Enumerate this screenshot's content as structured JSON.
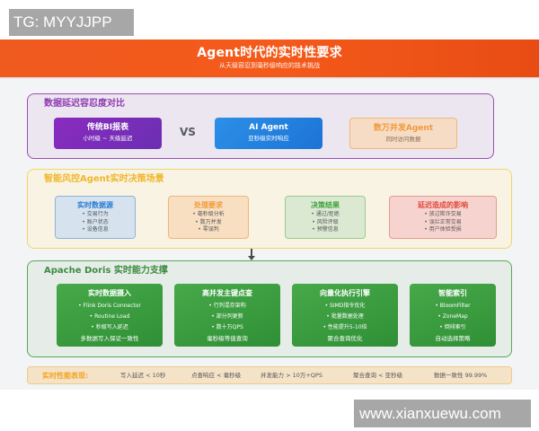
{
  "watermarks": {
    "top_left": "TG: MYYJJPP",
    "bottom_right": "www.xianxuewu.com"
  },
  "header": {
    "title": "Agent时代的实时性要求",
    "subtitle": "从天级容忍到毫秒级响应的技术挑战",
    "color": "#ef5a1f"
  },
  "latency_comparison": {
    "title": "数据延迟容忍度对比",
    "traditional_bi": {
      "title": "传统BI报表",
      "subtitle": "小时级 ~ 天级延迟"
    },
    "vs_label": "VS",
    "ai_agent": {
      "title": "AI Agent",
      "subtitle": "亚秒级实时响应"
    },
    "concurrent_agent": {
      "title": "数万并发Agent",
      "subtitle": "同时访问数据"
    }
  },
  "risk_scenario": {
    "title": "智能风控Agent实时决策场景",
    "boxes": [
      {
        "title": "实时数据源",
        "items": [
          "• 交易行为",
          "• 账户状态",
          "• 设备信息"
        ]
      },
      {
        "title": "处理要求",
        "items": [
          "• 毫秒级分析",
          "• 数万并发",
          "• 零误判"
        ]
      },
      {
        "title": "决策结果",
        "items": [
          "• 通过/拒绝",
          "• 风险评级",
          "• 预警信息"
        ]
      },
      {
        "title": "延迟造成的影响",
        "items": [
          "• 放过欺诈交易",
          "• 误拦正常交易",
          "• 用户体验受损"
        ]
      }
    ]
  },
  "doris_capabilities": {
    "title": "Apache Doris 实时能力支撑",
    "boxes": [
      {
        "title": "实时数据摄入",
        "items": [
          "• Flink Doris Connector",
          "• Routine Load",
          "• 秒级写入延迟"
        ],
        "footer": "多数据写入保证一致性"
      },
      {
        "title": "高并发主键点查",
        "items": [
          "• 行列混存架构",
          "• 部分列更新",
          "• 数十万QPS"
        ],
        "footer": "毫秒级等值查询"
      },
      {
        "title": "向量化执行引擎",
        "items": [
          "• SIMD指令优化",
          "• 批量数据处理",
          "• 性能提升5-10倍"
        ],
        "footer": "聚合查询优化"
      },
      {
        "title": "智能索引",
        "items": [
          "• BloomFilter",
          "• ZoneMap",
          "• 倒排索引"
        ],
        "footer": "自动选择策略"
      }
    ]
  },
  "performance": {
    "label": "实时性能表现:",
    "metrics": [
      "写入延迟 < 10秒",
      "点查响应 < 毫秒级",
      "并发能力 > 10万+QPS",
      "聚合查询 < 亚秒级",
      "数据一致性 99.99%"
    ]
  }
}
